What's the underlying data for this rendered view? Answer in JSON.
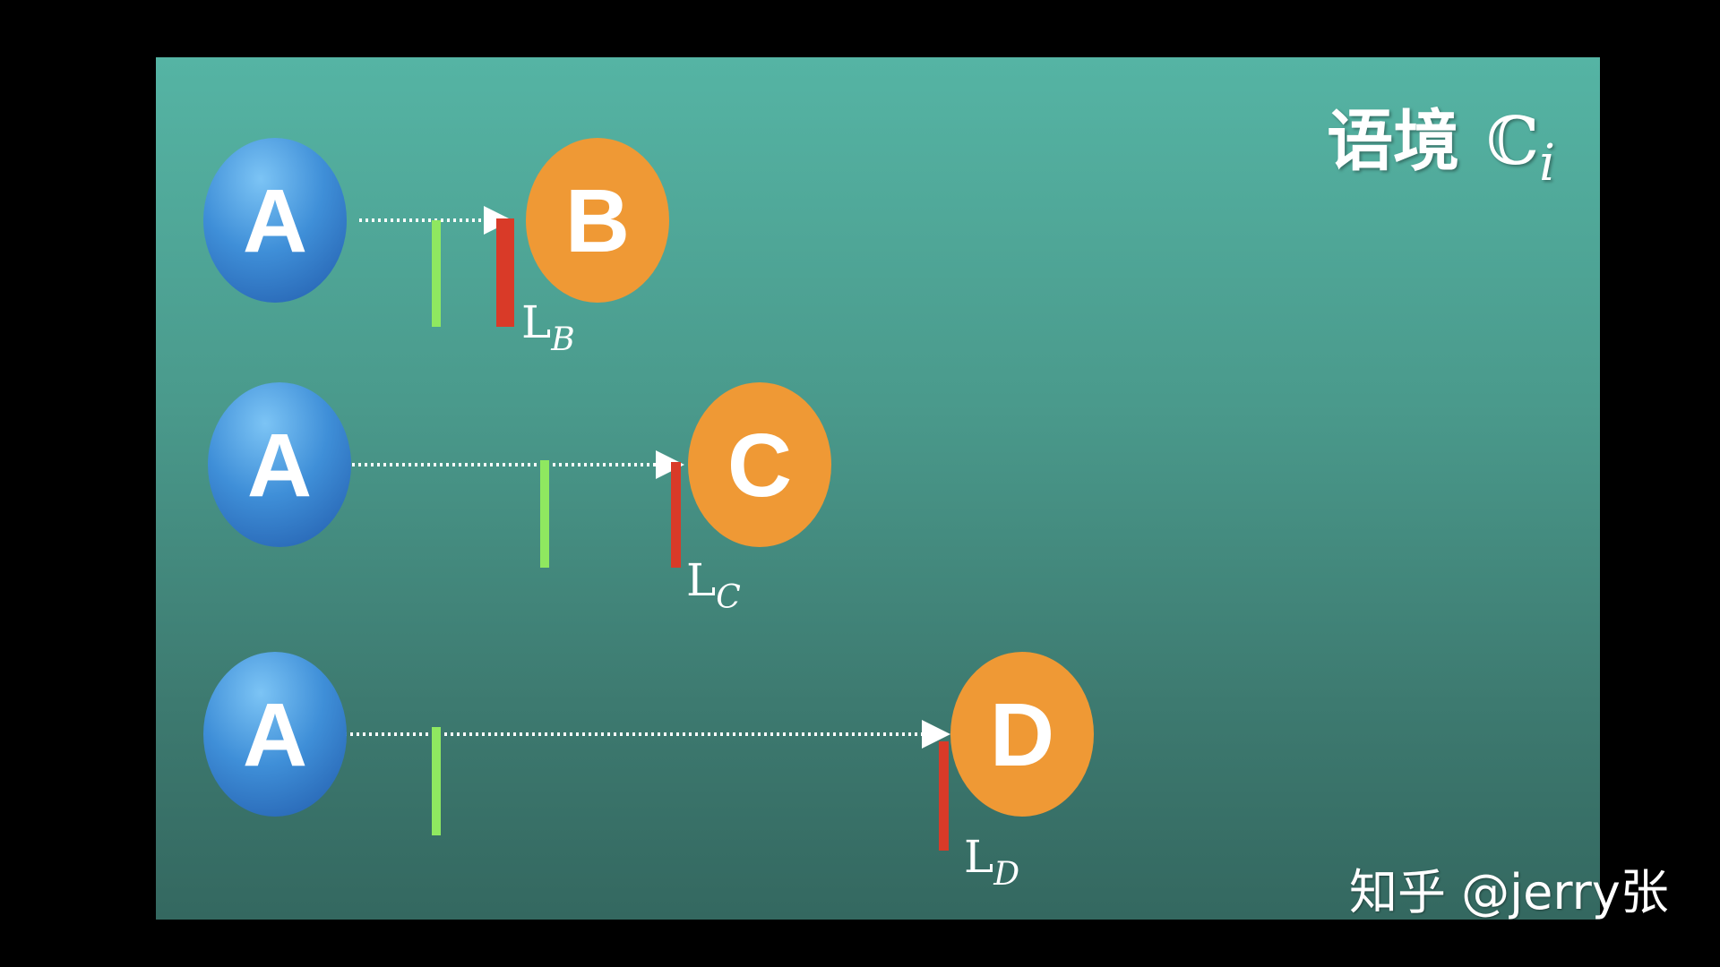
{
  "title": {
    "text": "语境",
    "symbol": "ℂ",
    "subscript": "i"
  },
  "rows": [
    {
      "source": "A",
      "target": "B",
      "length_label": "L",
      "length_sub": "B",
      "target_color": "#ef9935"
    },
    {
      "source": "A",
      "target": "C",
      "length_label": "L",
      "length_sub": "C",
      "target_color": "#ef9935"
    },
    {
      "source": "A",
      "target": "D",
      "length_label": "L",
      "length_sub": "D",
      "target_color": "#ef9935"
    }
  ],
  "colors": {
    "source_node": "#3f8fd8",
    "target_node": "#ef9935",
    "green_marker": "#8fe860",
    "red_marker": "#d93a28",
    "arrow": "#ffffff"
  },
  "watermark": "知乎 @jerry张"
}
